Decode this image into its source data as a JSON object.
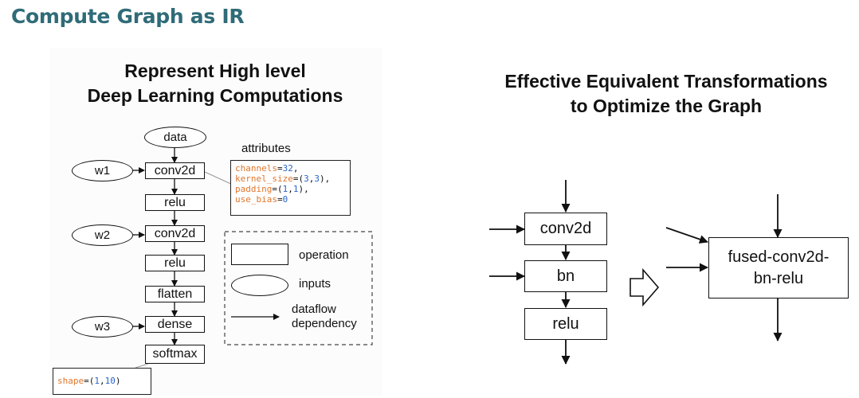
{
  "title": "Compute Graph as IR",
  "left": {
    "heading_line1": "Represent High level",
    "heading_line2": "Deep Learning Computations",
    "nodes": {
      "data": "data",
      "conv2d_1": "conv2d",
      "relu_1": "relu",
      "conv2d_2": "conv2d",
      "relu_2": "relu",
      "flatten": "flatten",
      "dense": "dense",
      "softmax": "softmax"
    },
    "inputs": {
      "w1": "w1",
      "w2": "w2",
      "w3": "w3"
    },
    "attributes_label": "attributes",
    "attributes": {
      "l1_key": "channels",
      "l1_eq": "=",
      "l1_val": "32",
      "l1_end": ",",
      "l2_key": "kernel_size",
      "l2_eq": "=(",
      "l2_v1": "3",
      "l2_sep": ",",
      "l2_v2": "3",
      "l2_end": "),",
      "l3_key": "padding",
      "l3_eq": "=(",
      "l3_v1": "1",
      "l3_sep": ",",
      "l3_v2": "1",
      "l3_end": "),",
      "l4_key": "use_bias",
      "l4_eq": "=",
      "l4_val": "0"
    },
    "shape": {
      "key": "shape",
      "eq": "=(",
      "v1": "1",
      "sep": ",",
      "v2": "10",
      "end": ")"
    },
    "legend": {
      "operation": "operation",
      "inputs": "inputs",
      "dataflow_line1": "dataflow",
      "dataflow_line2": "dependency"
    },
    "colors": {
      "key": "#e0762c",
      "number": "#2a63c9"
    }
  },
  "right": {
    "heading_line1": "Effective Equivalent Transformations",
    "heading_line2": "to Optimize the Graph",
    "nodes": {
      "conv2d": "conv2d",
      "bn": "bn",
      "relu": "relu"
    },
    "fused_line1": "fused-conv2d-",
    "fused_line2": "bn-relu"
  },
  "title_color": "#2f6b78"
}
